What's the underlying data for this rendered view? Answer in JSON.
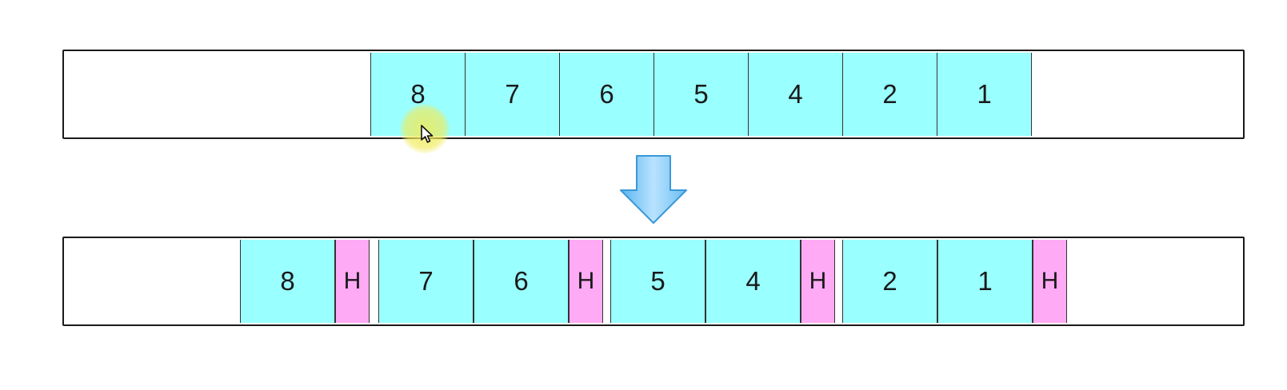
{
  "colors": {
    "data_block": "#99ffff",
    "header_block": "#ffaaf5",
    "border": "#1a1a1a",
    "arrow_light": "#b9e3ff",
    "arrow_dark": "#5ab4ef",
    "arrow_stroke": "#3a98d8"
  },
  "top_row": {
    "blocks": [
      {
        "label": "8",
        "kind": "data"
      },
      {
        "label": "7",
        "kind": "data"
      },
      {
        "label": "6",
        "kind": "data"
      },
      {
        "label": "5",
        "kind": "data"
      },
      {
        "label": "4",
        "kind": "data"
      },
      {
        "label": "2",
        "kind": "data"
      },
      {
        "label": "1",
        "kind": "data"
      }
    ]
  },
  "bottom_row": {
    "blocks": [
      {
        "label": "8",
        "kind": "data"
      },
      {
        "label": "H",
        "kind": "header"
      },
      {
        "label": "7",
        "kind": "data"
      },
      {
        "label": "6",
        "kind": "data"
      },
      {
        "label": "H",
        "kind": "header"
      },
      {
        "label": "5",
        "kind": "data"
      },
      {
        "label": "4",
        "kind": "data"
      },
      {
        "label": "H",
        "kind": "header"
      },
      {
        "label": "2",
        "kind": "data"
      },
      {
        "label": "1",
        "kind": "data"
      },
      {
        "label": "H",
        "kind": "header"
      }
    ]
  },
  "arrow": {
    "icon": "down-arrow-icon",
    "direction": "down"
  },
  "cursor": {
    "icon": "mouse-pointer-icon"
  }
}
